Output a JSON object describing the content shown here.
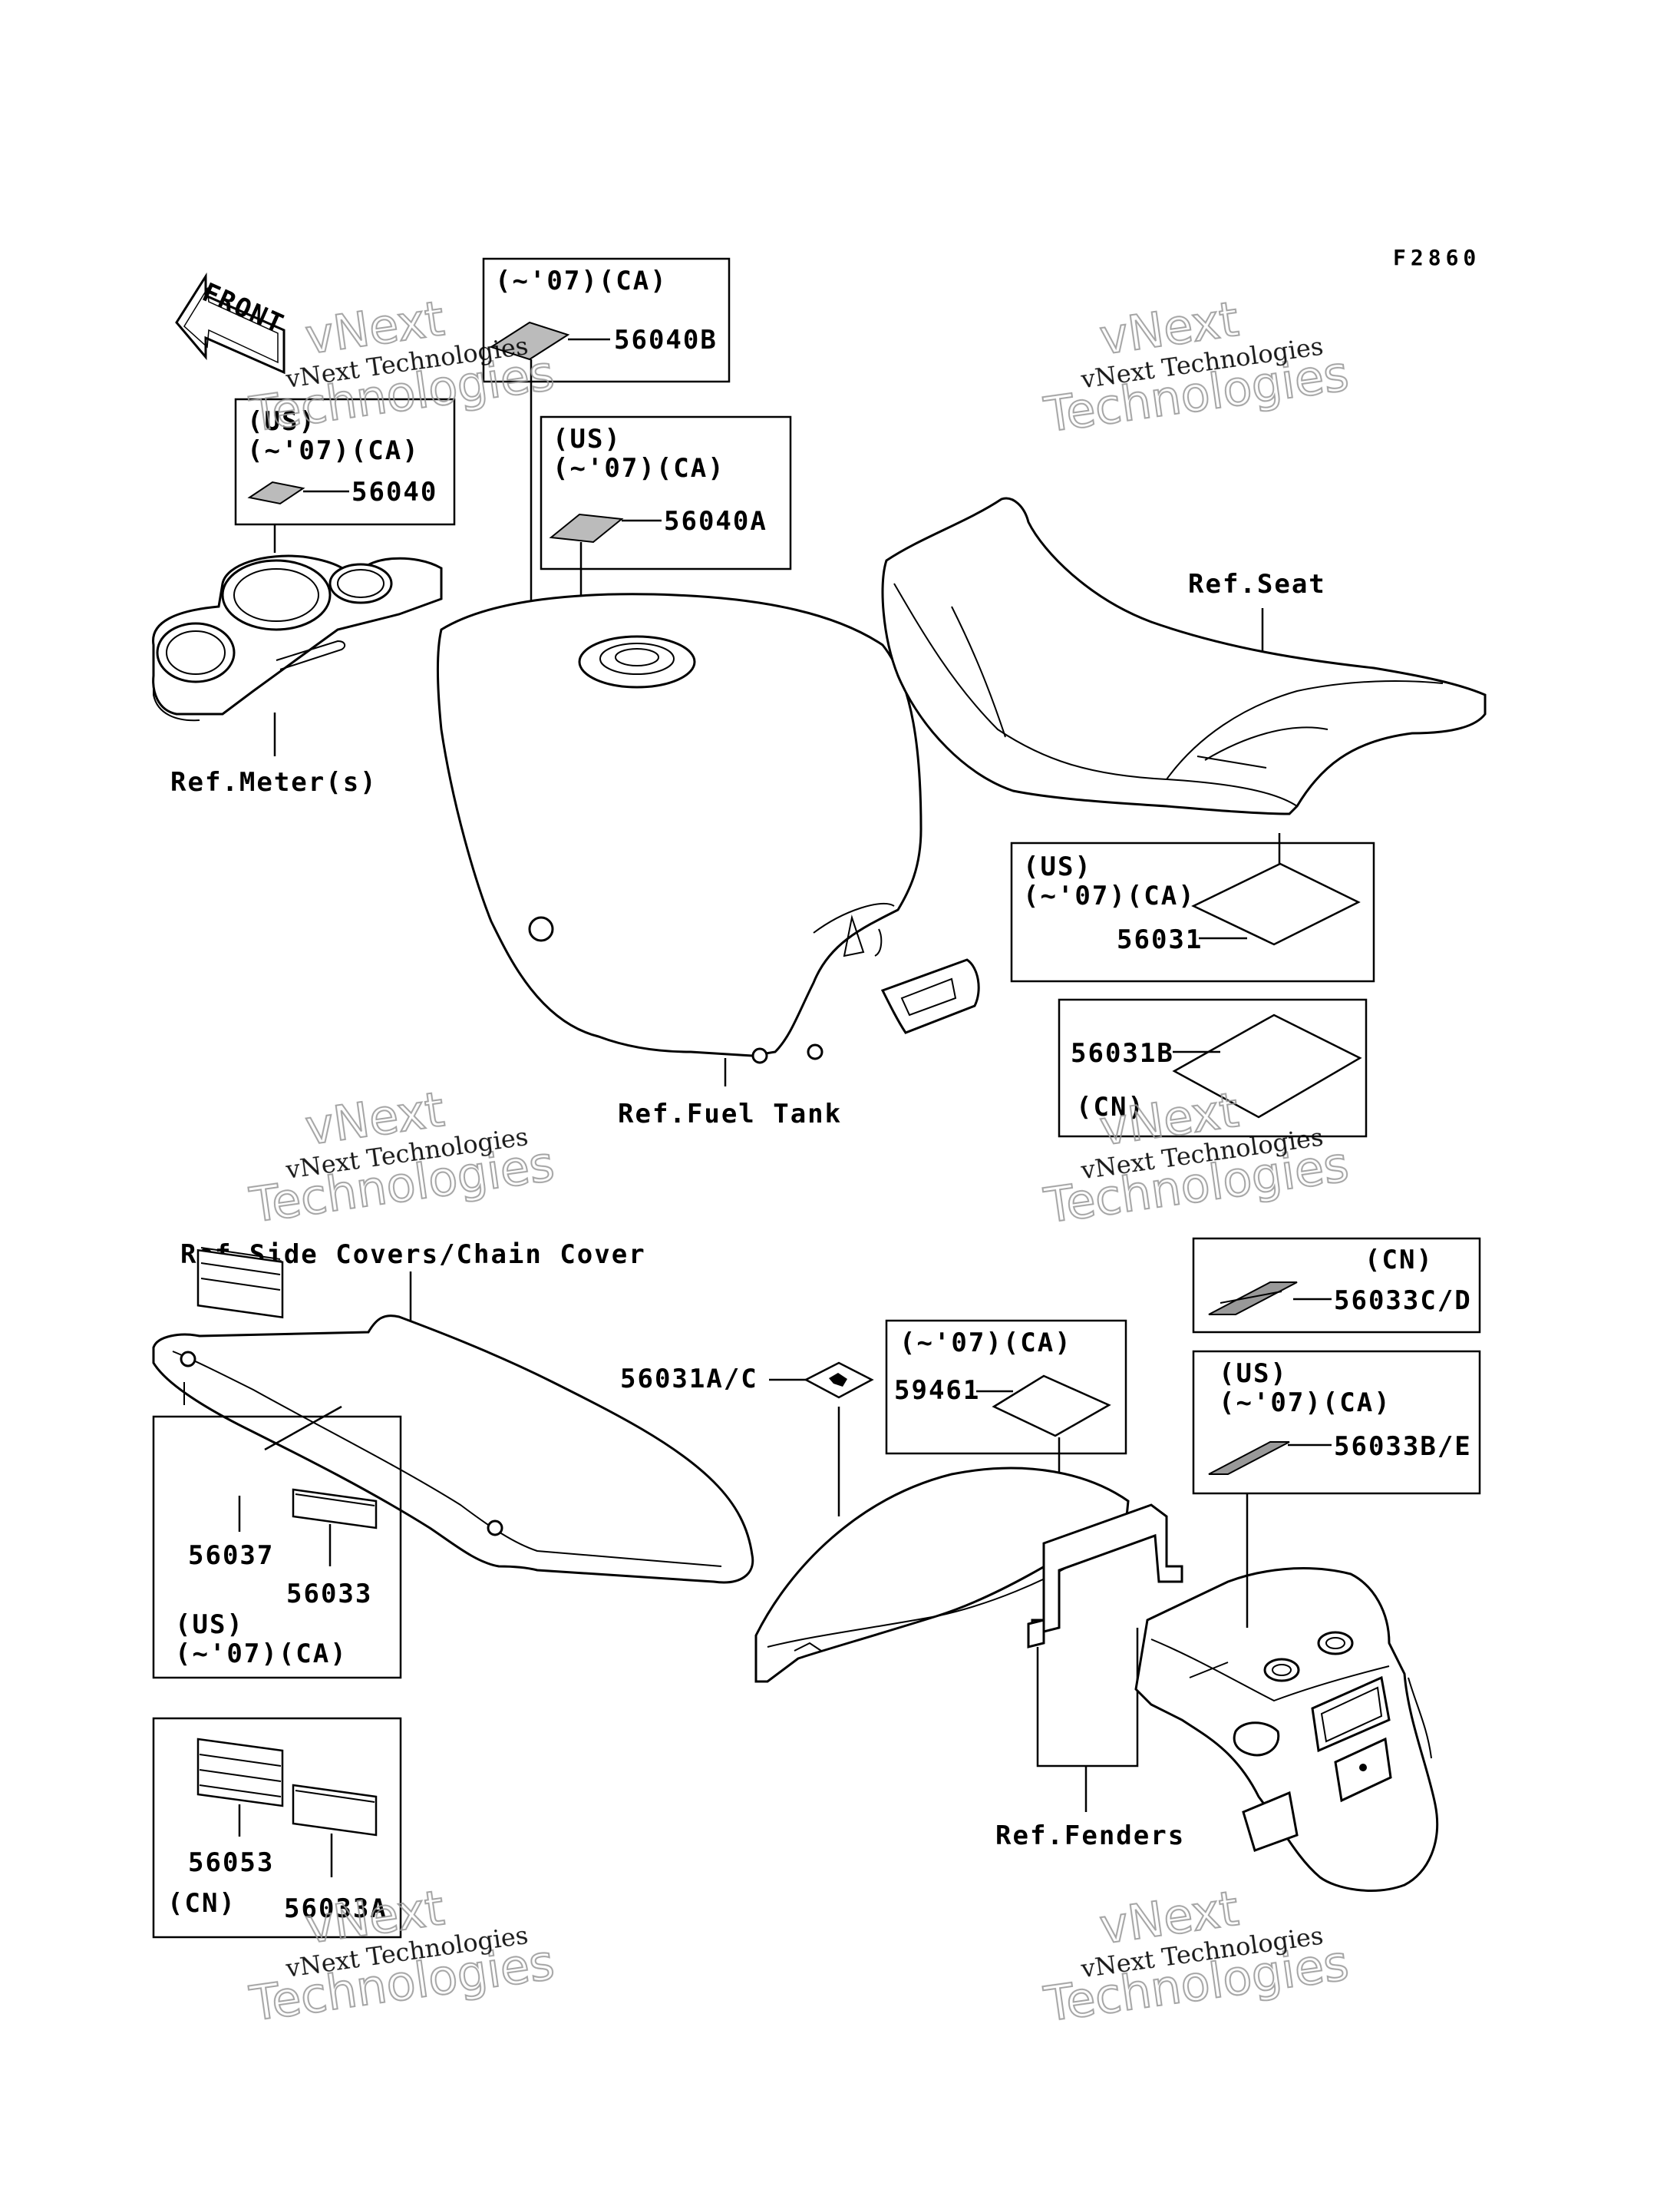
{
  "figure_code": "F2860",
  "front_arrow": "FRONT",
  "watermark": {
    "line1": "vNext Technologies",
    "line2": "vNext",
    "line3": "Technologies"
  },
  "reference_labels": {
    "meter": "Ref.Meter(s)",
    "fuel_tank": "Ref.Fuel Tank",
    "seat": "Ref.Seat",
    "side_covers": "Ref.Side Covers/Chain Cover",
    "fenders": "Ref.Fenders"
  },
  "callouts": {
    "c56040B": {
      "cond1": "(~'07)(CA)",
      "part": "56040B"
    },
    "c56040": {
      "cond1": "(US)",
      "cond2": "(~'07)(CA)",
      "part": "56040"
    },
    "c56040A": {
      "cond1": "(US)",
      "cond2": "(~'07)(CA)",
      "part": "56040A"
    },
    "c56031": {
      "cond1": "(US)",
      "cond2": "(~'07)(CA)",
      "part": "56031"
    },
    "c56031B": {
      "part": "56031B",
      "cond1": "(CN)"
    },
    "c56033CD": {
      "cond1": "(CN)",
      "part": "56033C/D"
    },
    "c56033BE": {
      "cond1": "(US)",
      "cond2": "(~'07)(CA)",
      "part": "56033B/E"
    },
    "c59461": {
      "cond1": "(~'07)(CA)",
      "part": "59461"
    },
    "c56031AC": {
      "part": "56031A/C"
    },
    "us_box": {
      "part1": "56037",
      "part2": "56033",
      "cond1": "(US)",
      "cond2": "(~'07)(CA)"
    },
    "cn_box": {
      "part1": "56053",
      "part2": "56033A",
      "cond1": "(CN)"
    }
  }
}
